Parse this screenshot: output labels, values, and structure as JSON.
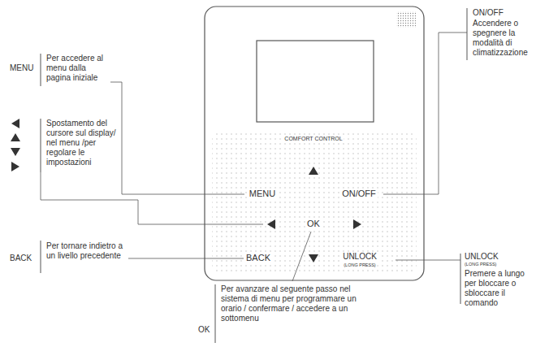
{
  "diagram": {
    "labels": [
      "MENU",
      "Per accedere al menu dalla pagina iniziale",
      "Spostamento del cursore sul display/ nel menu /per regolare le impostazioni",
      "BACK",
      "Per tornare indietro a un livello precedente",
      "ON/OFF",
      "Accendere o spegnere la modalità di climatizzazione",
      "UNLOCK",
      "(LONG PRESS)",
      "Premere a lungo per bloccare o sbloccare il comando",
      "OK",
      "Per avanzare al seguente passo nel sistema di menu per programmare un orario / confermare / accedere a un sottomenu",
      "COMFORT CONTROL",
      "MENU",
      "ON/OFF",
      "OK",
      "BACK",
      "UNLOCK",
      "(LONG PRESS)"
    ]
  }
}
